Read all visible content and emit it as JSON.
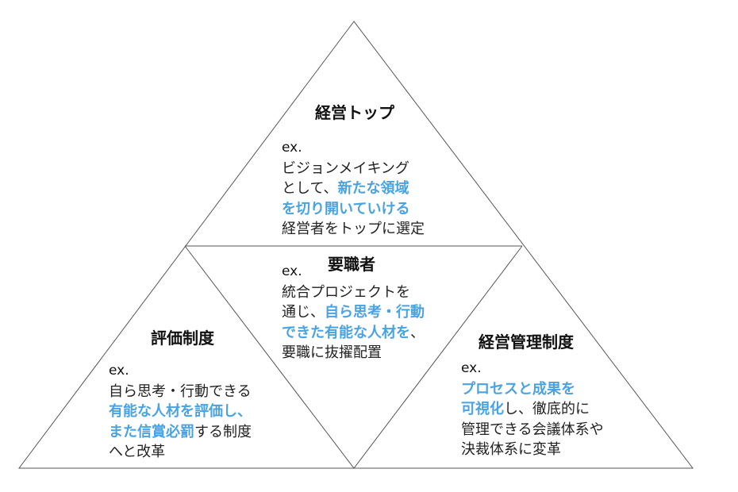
{
  "highlight_color": "#4aa3e0",
  "top": {
    "title": "経営トップ",
    "ex": "ex.",
    "lines": [
      [
        "ビジョンメイキング"
      ],
      [
        "として、",
        "新たな領域"
      ],
      [
        "を切り開いていける"
      ],
      [
        "経営者をトップに選定"
      ]
    ]
  },
  "middle": {
    "title": "要職者",
    "ex": "ex.",
    "lines": [
      [
        "統合プロジェクトを"
      ],
      [
        "通じ、",
        "自ら思考・行動"
      ],
      [
        "できた有能な人材を",
        "、"
      ],
      [
        "要職に抜擢配置"
      ]
    ]
  },
  "left": {
    "title": "評価制度",
    "ex": "ex.",
    "lines": [
      [
        "自ら思考・行動できる"
      ],
      [
        "有能な人材を評価し、"
      ],
      [
        "また信賞必罰",
        "する制度"
      ],
      [
        "へと改革"
      ]
    ]
  },
  "right": {
    "title": "経営管理制度",
    "ex": "ex.",
    "lines": [
      [
        "プロセスと成果を"
      ],
      [
        "可視化",
        "し、徹底的に"
      ],
      [
        "管理できる会議体系や"
      ],
      [
        "決裁体系に変革"
      ]
    ]
  }
}
